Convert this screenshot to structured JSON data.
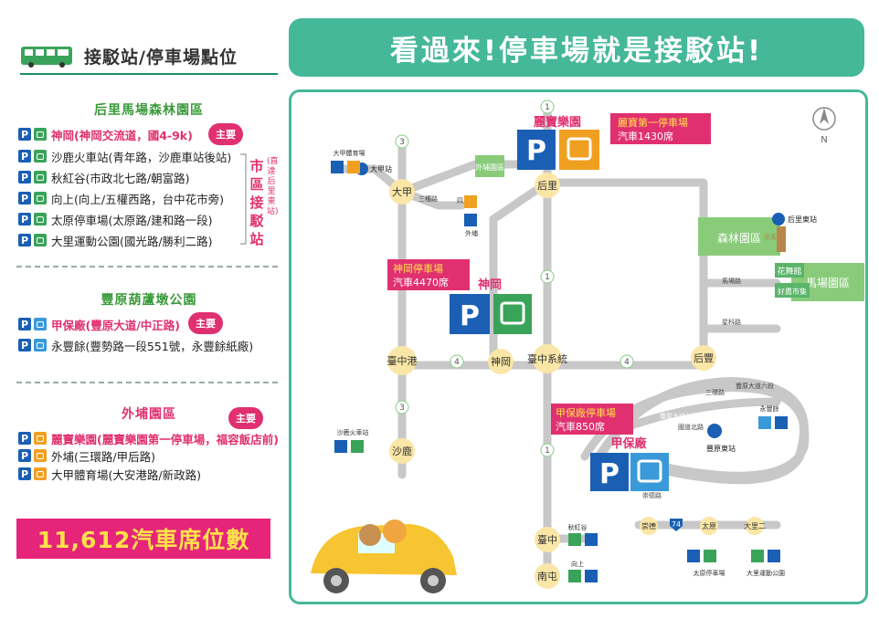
{
  "left_panel": {
    "header": "接駁站/停車場點位",
    "groups": [
      {
        "title": "后里馬場森林園區",
        "items": [
          {
            "text": "神岡(神岡交流道，國4-9k)",
            "highlight": true,
            "bus": "green"
          },
          {
            "text": "沙鹿火車站(青年路，沙鹿車站後站)",
            "highlight": false,
            "bus": "green"
          },
          {
            "text": "秋紅谷(市政北七路/朝富路)",
            "highlight": false,
            "bus": "green"
          },
          {
            "text": "向上(向上/五權西路，台中花市旁)",
            "highlight": false,
            "bus": "green"
          },
          {
            "text": "太原停車場(太原路/建和路一段)",
            "highlight": false,
            "bus": "green"
          },
          {
            "text": "大里運動公園(國光路/勝利二路)",
            "highlight": false,
            "bus": "green"
          }
        ],
        "badge": "主要",
        "side_label": "市區接駁站",
        "side_sub": "(直達后里東站)"
      },
      {
        "title": "豐原葫蘆墩公園",
        "items": [
          {
            "text": "甲保廠(豐原大道/中正路)",
            "highlight": true,
            "bus": "blue"
          },
          {
            "text": "永豐餘(豐勢路一段551號，永豐餘紙廠)",
            "highlight": false,
            "bus": "blue"
          }
        ],
        "badge": "主要"
      },
      {
        "title": "外埔園區",
        "items": [
          {
            "text": "麗寶樂園(麗寶樂園第一停車場，福容飯店前)",
            "highlight": true,
            "bus": "orange"
          },
          {
            "text": "外埔(三環路/甲后路)",
            "highlight": false,
            "bus": "orange"
          },
          {
            "text": "大甲體育場(大安港路/新政路)",
            "highlight": false,
            "bus": "orange"
          }
        ],
        "badge": "主要"
      }
    ],
    "p_letter": "P",
    "total": "11,612汽車席位數"
  },
  "banner": "看過來!停車場就是接駁站!",
  "map": {
    "compass": "N",
    "parking_callouts": [
      {
        "name": "麗寶樂園",
        "lot": "麗寶第一停車場",
        "capacity": "汽車1430席"
      },
      {
        "name": "神岡",
        "lot": "神岡停車場",
        "capacity": "汽車4470席"
      },
      {
        "name": "甲保廠",
        "lot": "甲保廠停車場",
        "capacity": "汽車850席"
      }
    ],
    "nodes": [
      "大甲",
      "后里",
      "臺中港",
      "神岡",
      "臺中系統",
      "后豐",
      "沙鹿",
      "臺中",
      "南屯"
    ],
    "route_numbers": [
      "1",
      "3",
      "4"
    ],
    "area_labels": [
      "外埔園區",
      "森林園區",
      "馬場園區",
      "花舞館",
      "好農市集",
      "花馬道"
    ],
    "stations": [
      "大甲站",
      "后里東站",
      "豐原東站"
    ],
    "road_labels": [
      "三種路",
      "四月路",
      "馬場路",
      "星科路",
      "三環路",
      "豐原大道六段",
      "豐原大道七段",
      "國道北路",
      "崇德路",
      "崇德",
      "太原",
      "大里二",
      "74"
    ],
    "stop_labels": [
      "大甲體育場",
      "外埔",
      "沙鹿火車站",
      "永豐餘",
      "秋紅谷",
      "向上",
      "太原停車場",
      "大里運動公園"
    ]
  }
}
